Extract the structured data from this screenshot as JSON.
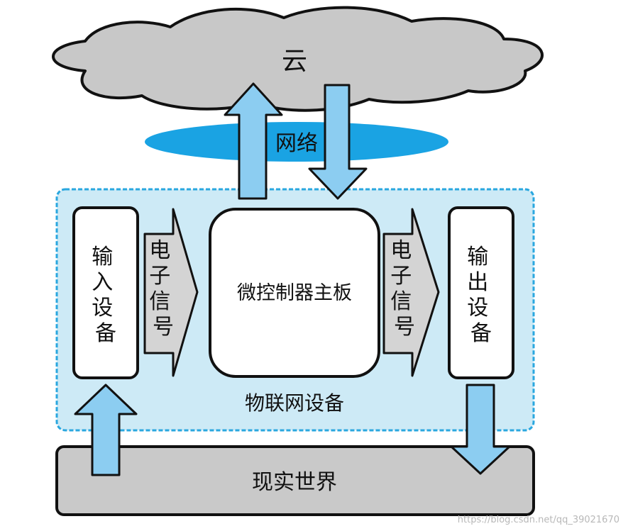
{
  "diagram": {
    "cloud": {
      "label": "云"
    },
    "network": {
      "label": "网络"
    },
    "iot_device": {
      "label": "物联网设备"
    },
    "input_device": {
      "label": "输入设备"
    },
    "output_device": {
      "label": "输出设备"
    },
    "signal_left": {
      "label": "电子信号"
    },
    "signal_right": {
      "label": "电子信号"
    },
    "mcu_board": {
      "label": "微控制器主板"
    },
    "real_world": {
      "label": "现实世界"
    }
  },
  "watermark": "https://blog.csdn.net/qq_39021670",
  "colors": {
    "cloud": "#c8c8c8",
    "ground": "#c9c9c9",
    "network": "#1aa3e3",
    "iot_bg": "#cdeaf6",
    "iot_border": "#2aa7df",
    "arrow": "#8ccdf1",
    "signal": "#d4d4d4",
    "box": "#ffffff",
    "stroke": "#111111"
  }
}
